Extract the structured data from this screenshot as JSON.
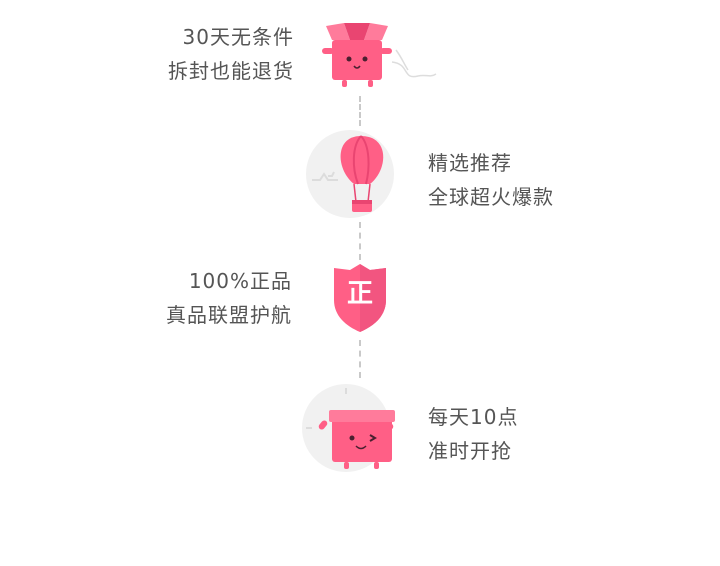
{
  "colors": {
    "brand_pink": "#ff5f86",
    "shadow_pink": "#e94571",
    "line_gray": "#c9c9c9",
    "text_gray": "#555555",
    "deco_gray": "#eeeeee"
  },
  "features": [
    {
      "icon": "box-mascot-icon",
      "lines": [
        "30天无条件",
        "拆封也能退货"
      ]
    },
    {
      "icon": "hot-air-balloon-icon",
      "lines": [
        "精选推荐",
        "全球超火爆款"
      ]
    },
    {
      "icon": "shield-icon",
      "badge": "正",
      "lines": [
        "100%正品",
        "真品联盟护航"
      ]
    },
    {
      "icon": "winking-box-clock-icon",
      "lines": [
        "每天10点",
        "准时开抢"
      ]
    }
  ]
}
